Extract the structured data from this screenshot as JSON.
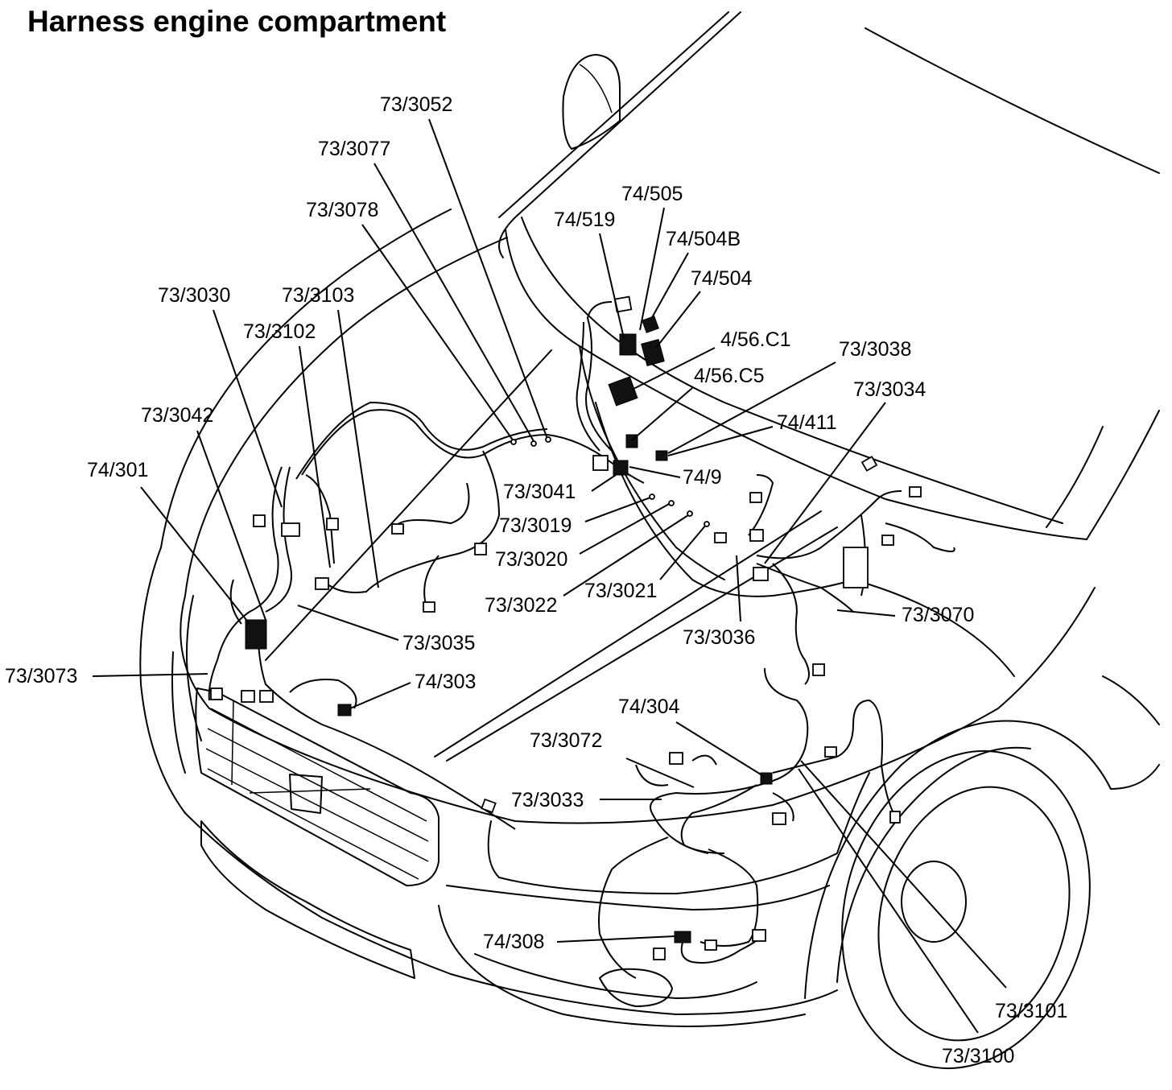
{
  "title": "Harness engine compartment",
  "labels": [
    {
      "id": "73/3052",
      "text": "73/3052"
    },
    {
      "id": "73/3077",
      "text": "73/3077"
    },
    {
      "id": "74/505",
      "text": "74/505"
    },
    {
      "id": "74/519",
      "text": "74/519"
    },
    {
      "id": "73/3078",
      "text": "73/3078"
    },
    {
      "id": "74/504B",
      "text": "74/504B"
    },
    {
      "id": "74/504",
      "text": "74/504"
    },
    {
      "id": "73/3030",
      "text": "73/3030"
    },
    {
      "id": "73/3103",
      "text": "73/3103"
    },
    {
      "id": "73/3102",
      "text": "73/3102"
    },
    {
      "id": "4/56.C1",
      "text": "4/56.C1"
    },
    {
      "id": "73/3038",
      "text": "73/3038"
    },
    {
      "id": "4/56.C5",
      "text": "4/56.C5"
    },
    {
      "id": "73/3034",
      "text": "73/3034"
    },
    {
      "id": "73/3042",
      "text": "73/3042"
    },
    {
      "id": "74/411",
      "text": "74/411"
    },
    {
      "id": "74/301",
      "text": "74/301"
    },
    {
      "id": "73/3041",
      "text": "73/3041"
    },
    {
      "id": "74/9",
      "text": "74/9"
    },
    {
      "id": "73/3019",
      "text": "73/3019"
    },
    {
      "id": "73/3020",
      "text": "73/3020"
    },
    {
      "id": "73/3021",
      "text": "73/3021"
    },
    {
      "id": "73/3022",
      "text": "73/3022"
    },
    {
      "id": "73/3070",
      "text": "73/3070"
    },
    {
      "id": "73/3035",
      "text": "73/3035"
    },
    {
      "id": "73/3036",
      "text": "73/3036"
    },
    {
      "id": "73/3073",
      "text": "73/3073"
    },
    {
      "id": "74/303",
      "text": "74/303"
    },
    {
      "id": "74/304",
      "text": "74/304"
    },
    {
      "id": "73/3072",
      "text": "73/3072"
    },
    {
      "id": "73/3033",
      "text": "73/3033"
    },
    {
      "id": "74/308",
      "text": "74/308"
    },
    {
      "id": "73/3101",
      "text": "73/3101"
    },
    {
      "id": "73/3100",
      "text": "73/3100"
    }
  ]
}
